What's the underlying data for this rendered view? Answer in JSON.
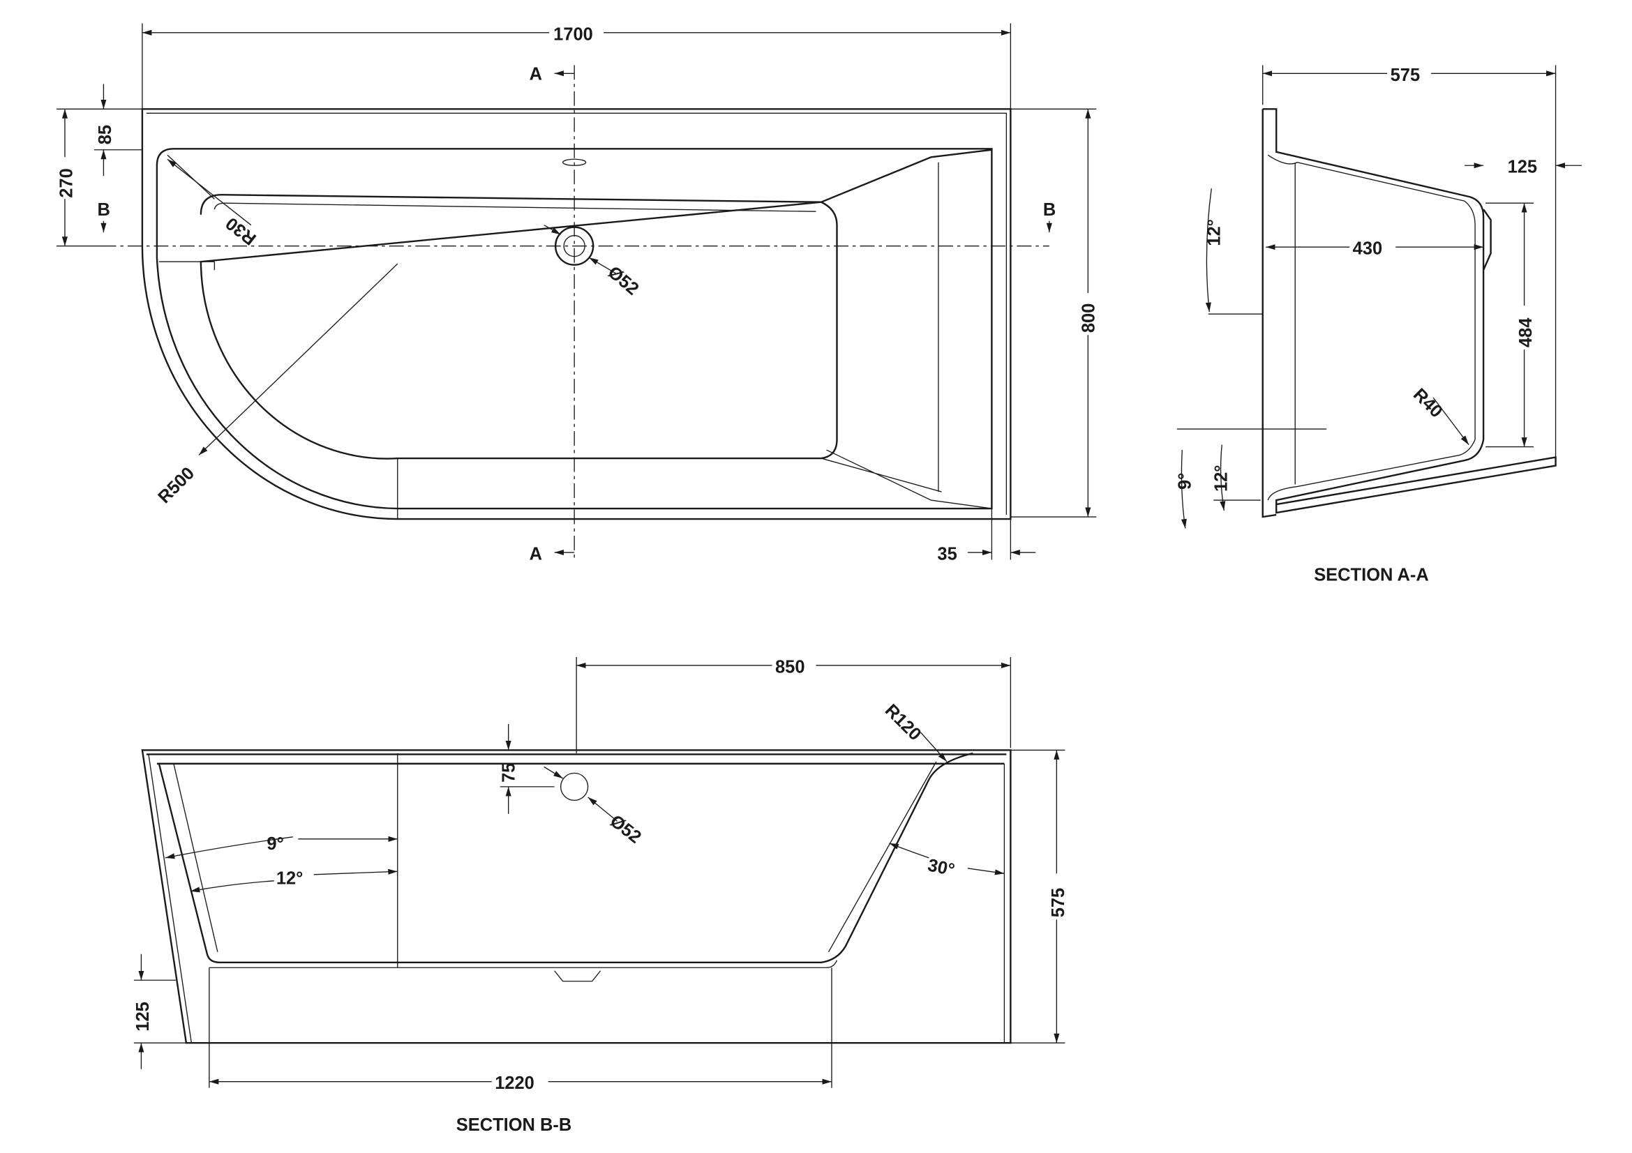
{
  "plan_view": {
    "overall_length": "1700",
    "overall_width": "800",
    "rim_top": "85",
    "waste_offset": "270",
    "rim_end": "35",
    "corner_radius": "R30",
    "curve_radius": "R500",
    "waste_diameter": "Ø52",
    "section_a_label_top": "A",
    "section_a_label_bottom": "A",
    "section_b_label_left": "B",
    "section_b_label_right": "B"
  },
  "section_a": {
    "title": "SECTION A-A",
    "depth": "575",
    "lip": "125",
    "inner_width": "430",
    "inner_height": "484",
    "radius": "R40",
    "angle_back": "12°",
    "angle_base_outer": "9°",
    "angle_base_inner": "12°"
  },
  "section_b": {
    "title": "SECTION B-B",
    "length_850": "850",
    "radius": "R120",
    "overflow_drop": "75",
    "overflow_diameter": "Ø52",
    "angle_outer": "9°",
    "angle_inner": "12°",
    "angle_end": "30°",
    "height": "575",
    "plinth": "125",
    "base_length": "1220"
  }
}
